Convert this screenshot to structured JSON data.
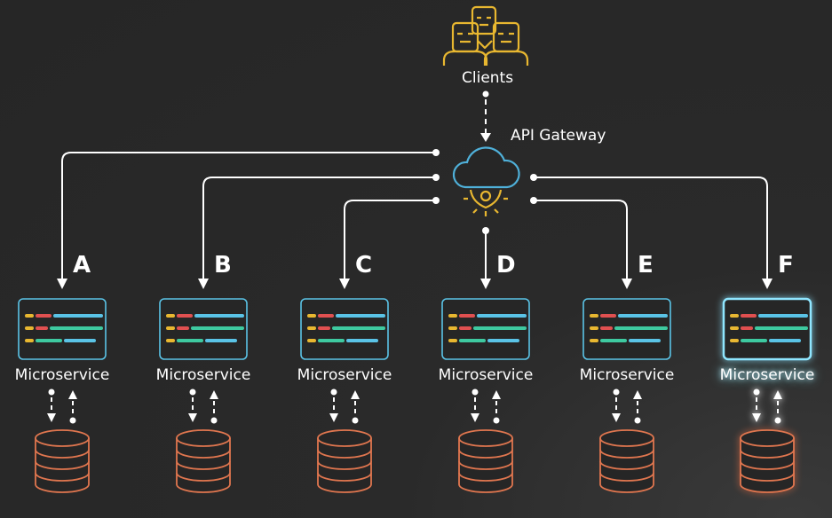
{
  "clients": {
    "label": "Clients"
  },
  "gateway": {
    "label": "API Gateway"
  },
  "services": [
    {
      "letter": "A",
      "label": "Microservice",
      "highlighted": false
    },
    {
      "letter": "B",
      "label": "Microservice",
      "highlighted": false
    },
    {
      "letter": "C",
      "label": "Microservice",
      "highlighted": false
    },
    {
      "letter": "D",
      "label": "Microservice",
      "highlighted": false
    },
    {
      "letter": "E",
      "label": "Microservice",
      "highlighted": false
    },
    {
      "letter": "F",
      "label": "Microservice",
      "highlighted": true
    }
  ],
  "colors": {
    "background": "#262626",
    "clients_icon": "#e8b730",
    "cloud": "#4fb0d9",
    "gear": "#e8b730",
    "service_border": "#5ac3e6",
    "database": "#e0764f",
    "connector": "#ffffff"
  }
}
